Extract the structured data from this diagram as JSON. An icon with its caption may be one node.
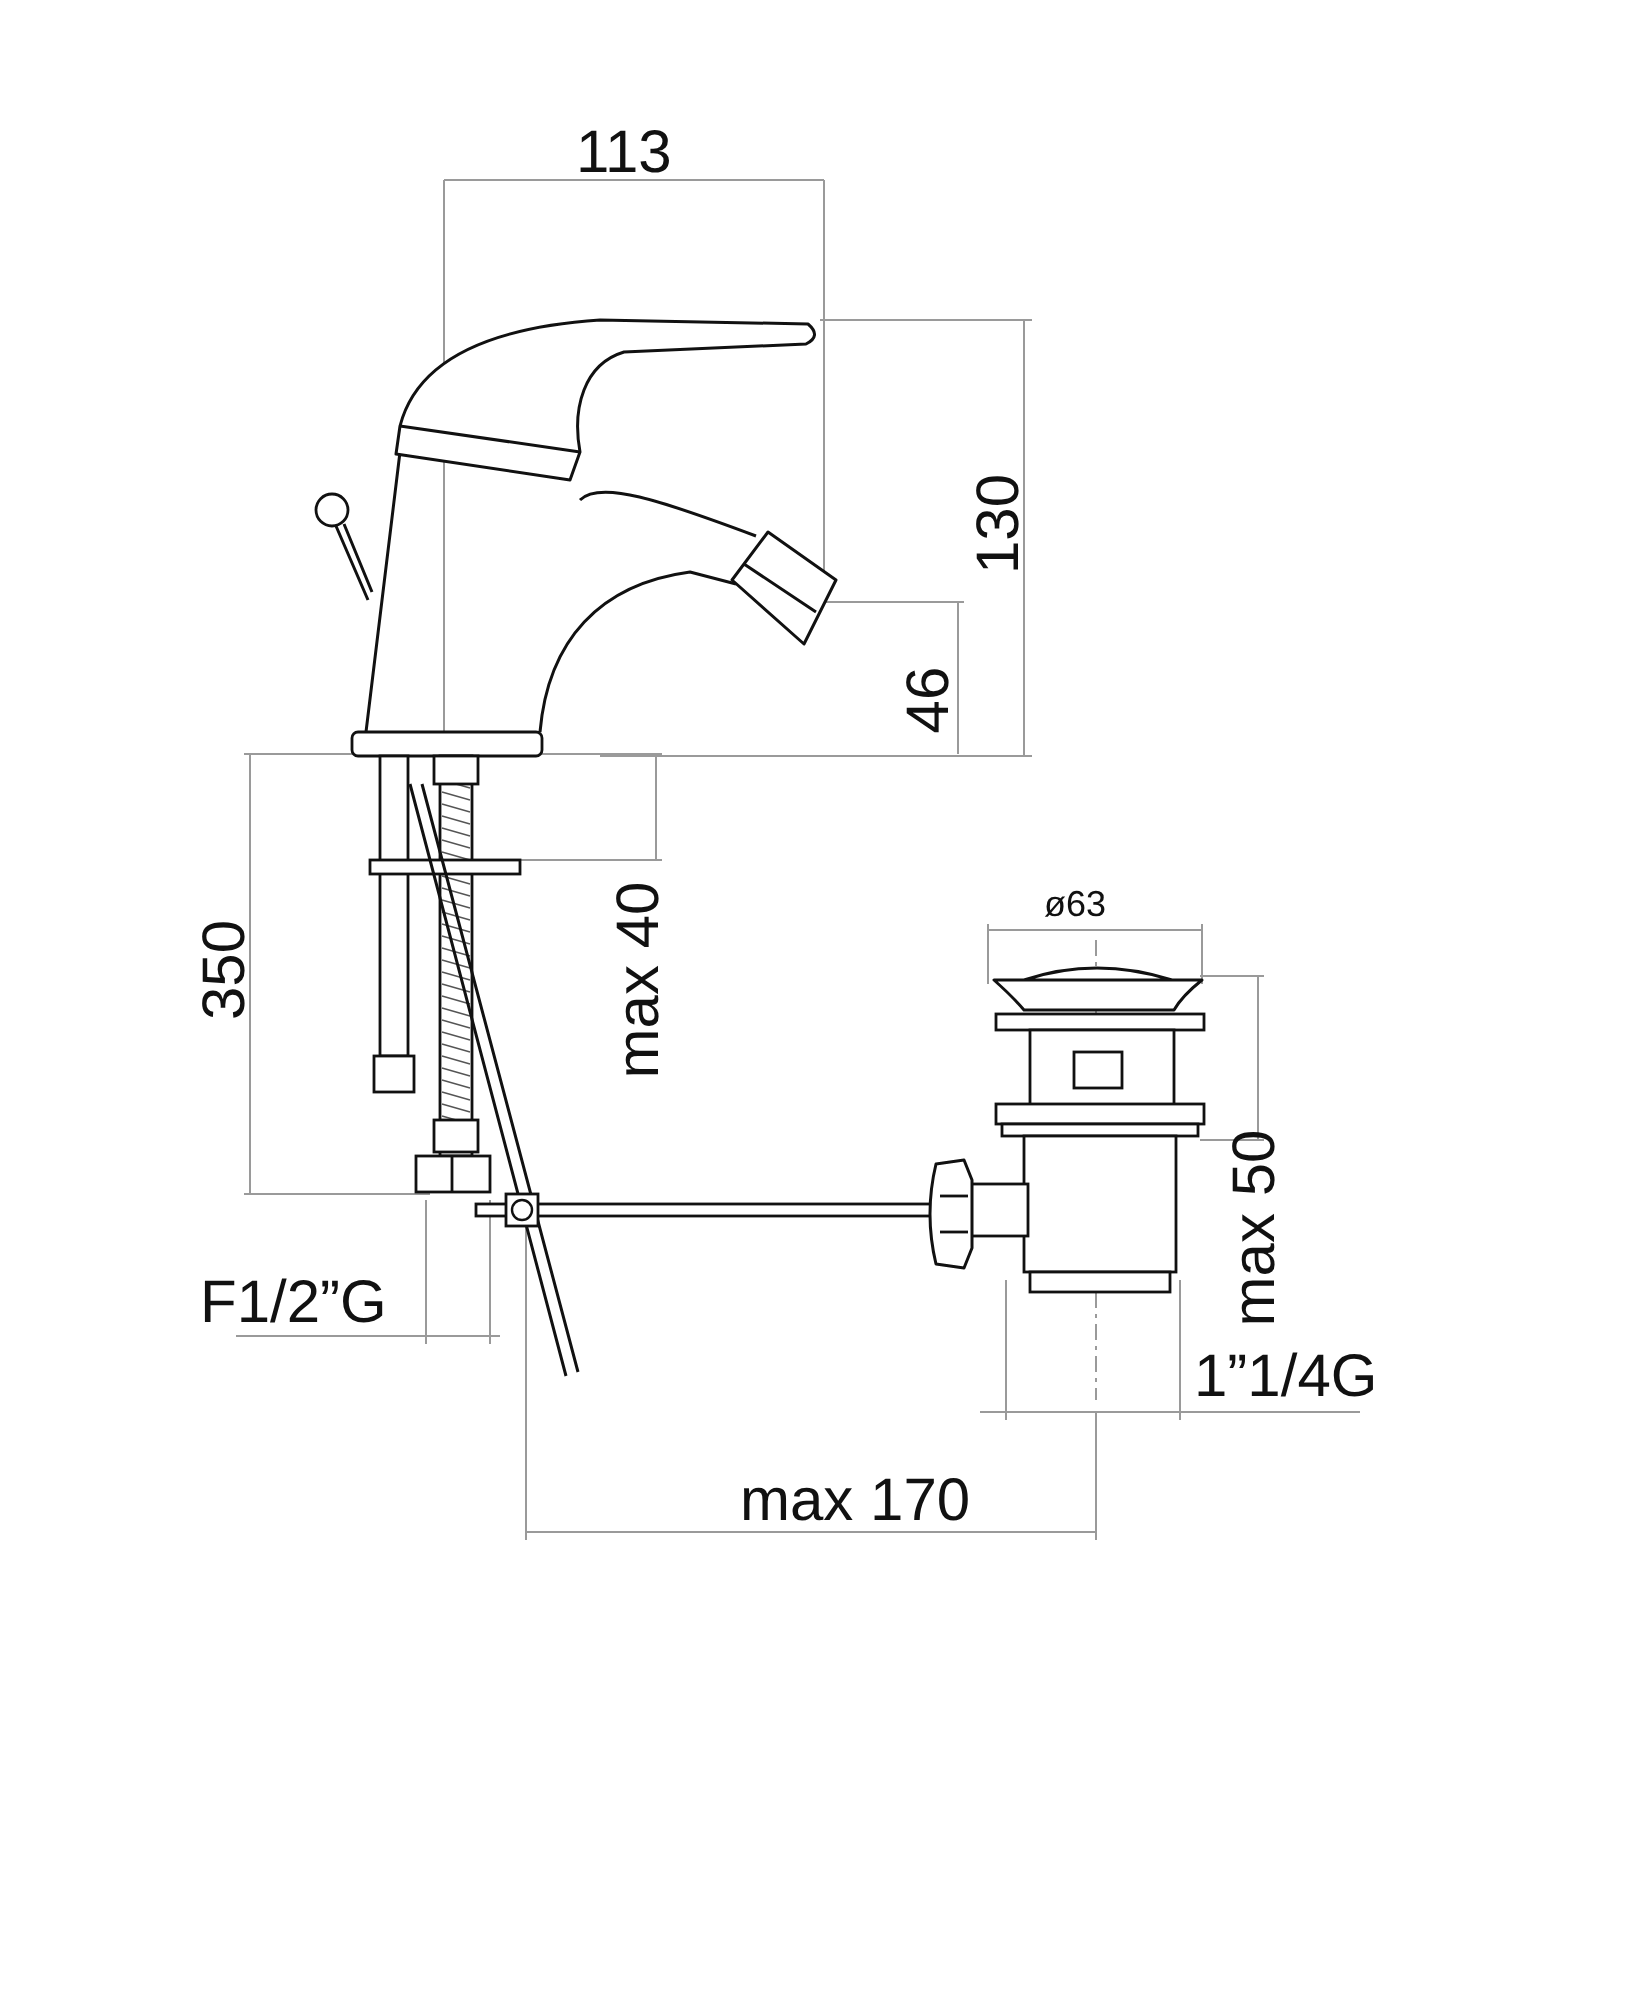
{
  "diagram": {
    "labels": [
      "113",
      "130",
      "46",
      "350",
      "max 40",
      "ø63",
      "max 50",
      "F1/2”G",
      "1”1/4G",
      "max 170"
    ]
  }
}
